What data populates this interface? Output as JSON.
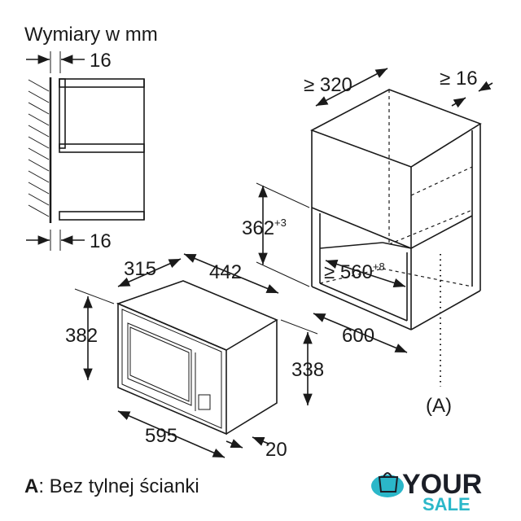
{
  "title": "Wymiary w mm",
  "side_view": {
    "top_gap": "16",
    "bottom_gap": "16"
  },
  "cabinet": {
    "depth_min": "≥ 320",
    "side_gap_min": "≥ 16",
    "niche_height": "362",
    "niche_height_tol": "+3",
    "niche_width_min": "≥ 560",
    "niche_width_tol": "+8",
    "cabinet_width": "600",
    "no_back_marker": "(A)"
  },
  "appliance": {
    "depth": "315",
    "body_width": "442",
    "front_height": "382",
    "body_height": "338",
    "front_width": "595",
    "front_thickness": "20"
  },
  "legend": {
    "key": "A",
    "text": ": Bez tylnej ścianki"
  },
  "logo": {
    "line1": "YOUR",
    "line2": "SALE",
    "colors": {
      "dark": "#1b1e27",
      "accent": "#2bb7c9"
    }
  }
}
